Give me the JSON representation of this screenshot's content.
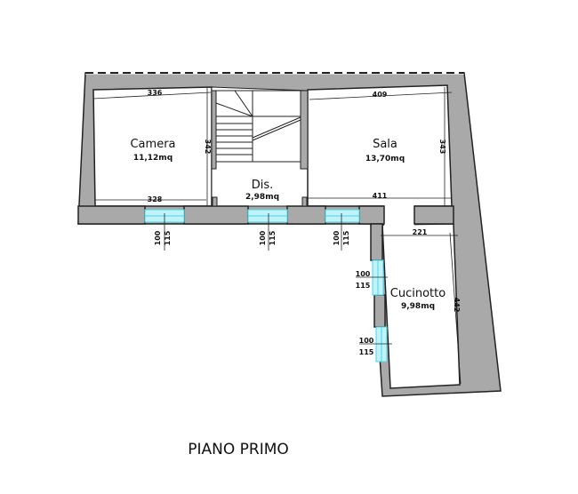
{
  "title": "PIANO PRIMO",
  "rooms": {
    "camera": {
      "name": "Camera",
      "area": "11,12mq"
    },
    "sala": {
      "name": "Sala",
      "area": "13,70mq"
    },
    "dis": {
      "name": "Dis.",
      "area": "2,98mq"
    },
    "cucinotto": {
      "name": "Cucinotto",
      "area": "9,98mq"
    }
  },
  "dimensions": {
    "camera_top": "336",
    "camera_bottom": "328",
    "camera_height": "342",
    "sala_top": "409",
    "sala_bottom": "411",
    "sala_height": "343",
    "cucinotto_width": "221",
    "cucinotto_height": "442"
  },
  "windows": [
    {
      "width": "100",
      "height": "115"
    },
    {
      "width": "100",
      "height": "115"
    },
    {
      "width": "100",
      "height": "115"
    },
    {
      "width": "100",
      "height": "115"
    },
    {
      "width": "100",
      "height": "115"
    }
  ],
  "colors": {
    "wall": "#a9a9a9",
    "window": "#7fe3ee",
    "line": "#222222"
  }
}
